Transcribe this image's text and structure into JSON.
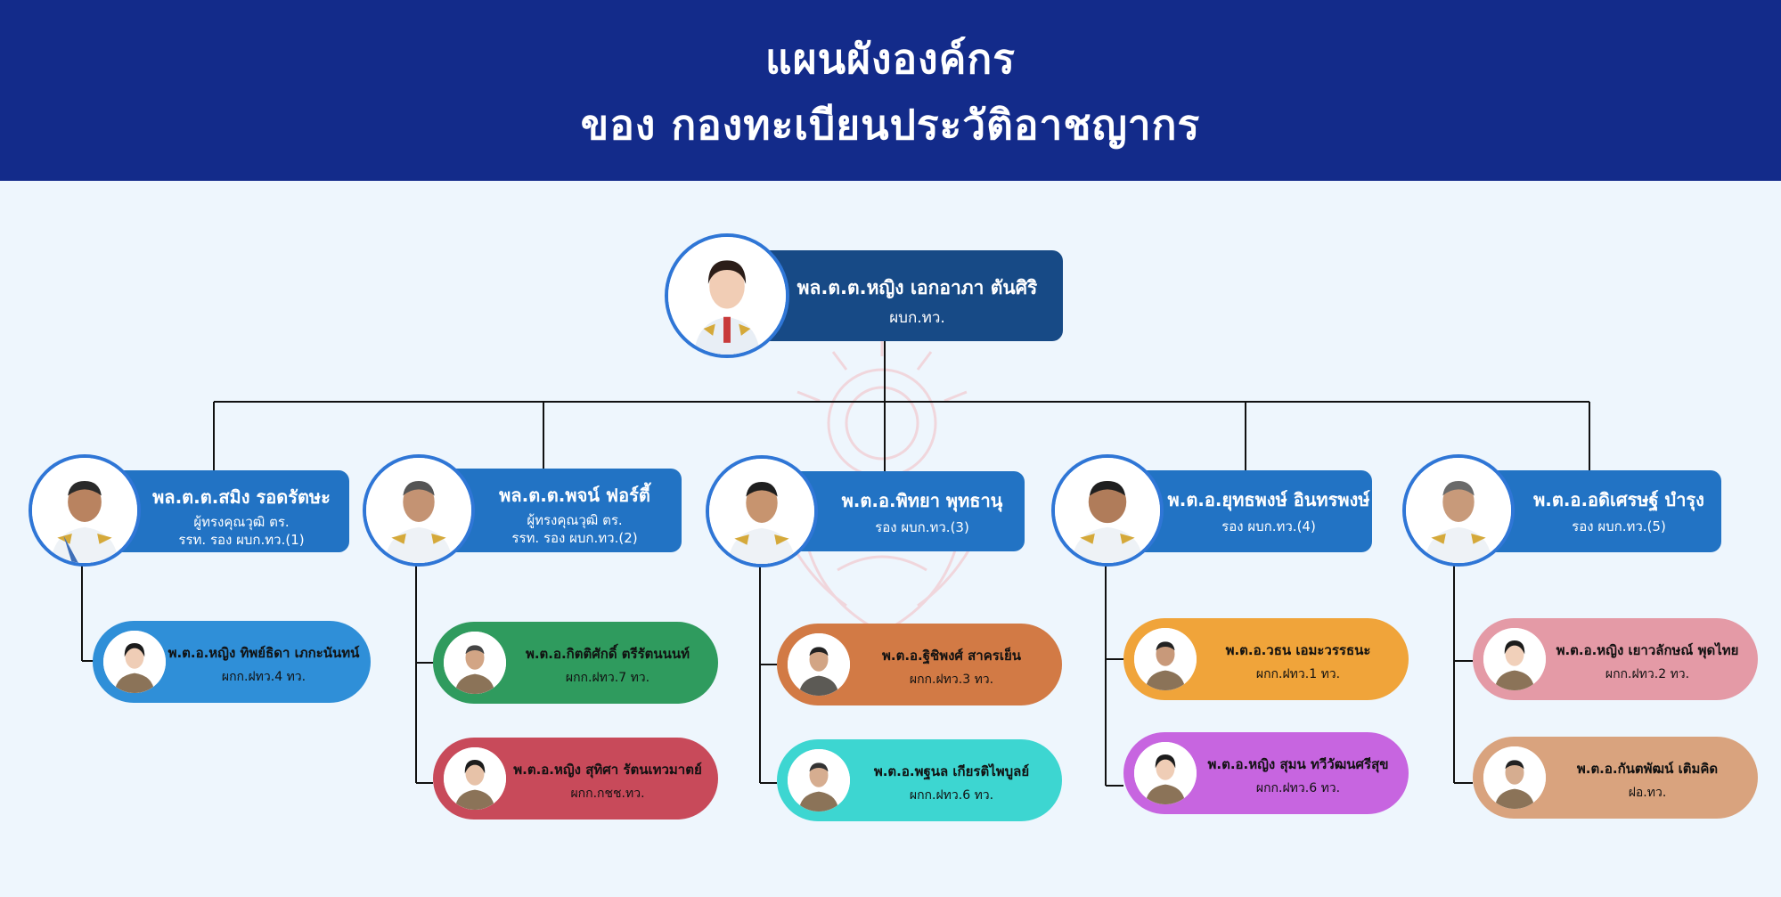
{
  "header": {
    "title_line1": "แผนผังองค์กร",
    "title_line2": "ของ กองทะเบียนประวัติอาชญากร"
  },
  "colors": {
    "header_bg": "#132b8a",
    "page_bg": "#eef6fd",
    "chief_box": "#174a86",
    "deputy_box": "#2273c4",
    "photo_ring": "#2f76d6",
    "line": "#111111"
  },
  "chief": {
    "name": "พล.ต.ต.หญิง เอกอาภา ตันศิริ",
    "position": "ผบก.ทว."
  },
  "deputies": [
    {
      "name": "พล.ต.ต.สมิง รอดรัตษะ",
      "position_line1": "ผู้ทรงคุณวุฒิ ตร.",
      "position_line2": "รรท. รอง ผบก.ทว.(1)",
      "staff": [
        {
          "name": "พ.ต.อ.หญิง ทิพย์ธิดา เภกะนันทน์",
          "position": "ผกก.ฝทว.4 ทว.",
          "color": "#2f8fd8",
          "icon": "female-officer-photo"
        }
      ]
    },
    {
      "name": "พล.ต.ต.พจน์ ฟอร์ตี้",
      "position_line1": "ผู้ทรงคุณวุฒิ ตร.",
      "position_line2": "รรท. รอง ผบก.ทว.(2)",
      "staff": [
        {
          "name": "พ.ต.อ.กิตติศักดิ์ ตรีรัตนนนท์",
          "position": "ผกก.ฝทว.7 ทว.",
          "color": "#2f9b5e",
          "icon": "male-officer-photo"
        },
        {
          "name": "พ.ต.อ.หญิง สุทิศา รัตนเทวมาตย์",
          "position": "ผกก.กชช.ทว.",
          "color": "#c84a5a",
          "icon": "female-officer-photo"
        }
      ]
    },
    {
      "name": "พ.ต.อ.พิทยา พุทธานุ",
      "position_line1": "รอง ผบก.ทว.(3)",
      "position_line2": "",
      "staff": [
        {
          "name": "พ.ต.อ.ฐิชิพงศ์ สาครเย็น",
          "position": "ผกก.ฝทว.3 ทว.",
          "color": "#d27a45",
          "icon": "male-officer-photo"
        },
        {
          "name": "พ.ต.อ.พฐนล เกียรติไพบูลย์",
          "position": "ผกก.ฝทว.6 ทว.",
          "color": "#3dd6d1",
          "icon": "male-officer-photo"
        }
      ]
    },
    {
      "name": "พ.ต.อ.ยุทธพงษ์ อินทรพงษ์",
      "position_line1": "รอง ผบก.ทว.(4)",
      "position_line2": "",
      "staff": [
        {
          "name": "พ.ต.อ.วธน เอมะวรรธนะ",
          "position": "ผกก.ฝทว.1 ทว.",
          "color": "#f0a43a",
          "icon": "male-officer-photo"
        },
        {
          "name": "พ.ต.อ.หญิง สุมน ทวีวัฒนศรีสุข",
          "position": "ผกก.ฝทว.6 ทว.",
          "color": "#c765e0",
          "icon": "female-officer-photo"
        }
      ]
    },
    {
      "name": "พ.ต.อ.อดิเศรษฐ์ บำรุง",
      "position_line1": "รอง ผบก.ทว.(5)",
      "position_line2": "",
      "staff": [
        {
          "name": "พ.ต.อ.หญิง เยาวลักษณ์ พุดไทย",
          "position": "ผกก.ฝทว.2 ทว.",
          "color": "#e49aa6",
          "icon": "female-officer-photo"
        },
        {
          "name": "พ.ต.อ.กันตพัฒน์ เติมคิด",
          "position": "ฝอ.ทว.",
          "color": "#d9a37e",
          "icon": "male-officer-photo"
        }
      ]
    }
  ]
}
